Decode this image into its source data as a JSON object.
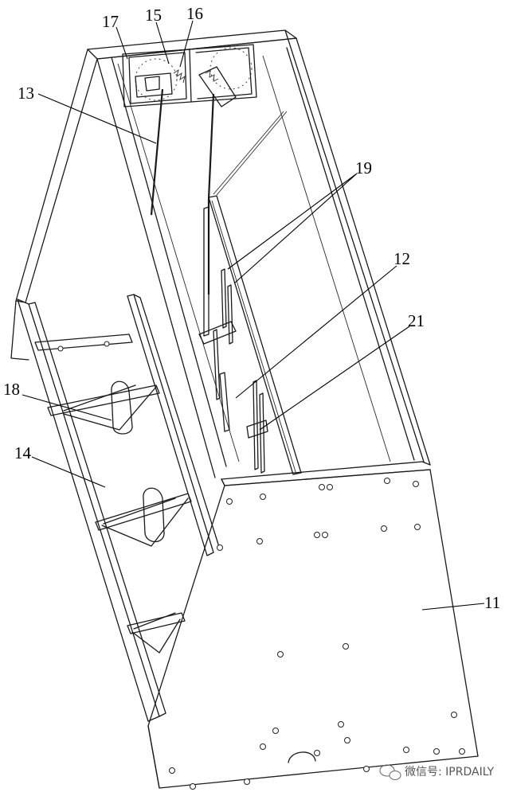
{
  "callouts": {
    "c11": "11",
    "c12": "12",
    "c13": "13",
    "c14": "14",
    "c15": "15",
    "c16": "16",
    "c17": "17",
    "c18": "18",
    "c19": "19",
    "c21": "21"
  },
  "watermark": {
    "text": "微信号: IPRDAILY"
  }
}
